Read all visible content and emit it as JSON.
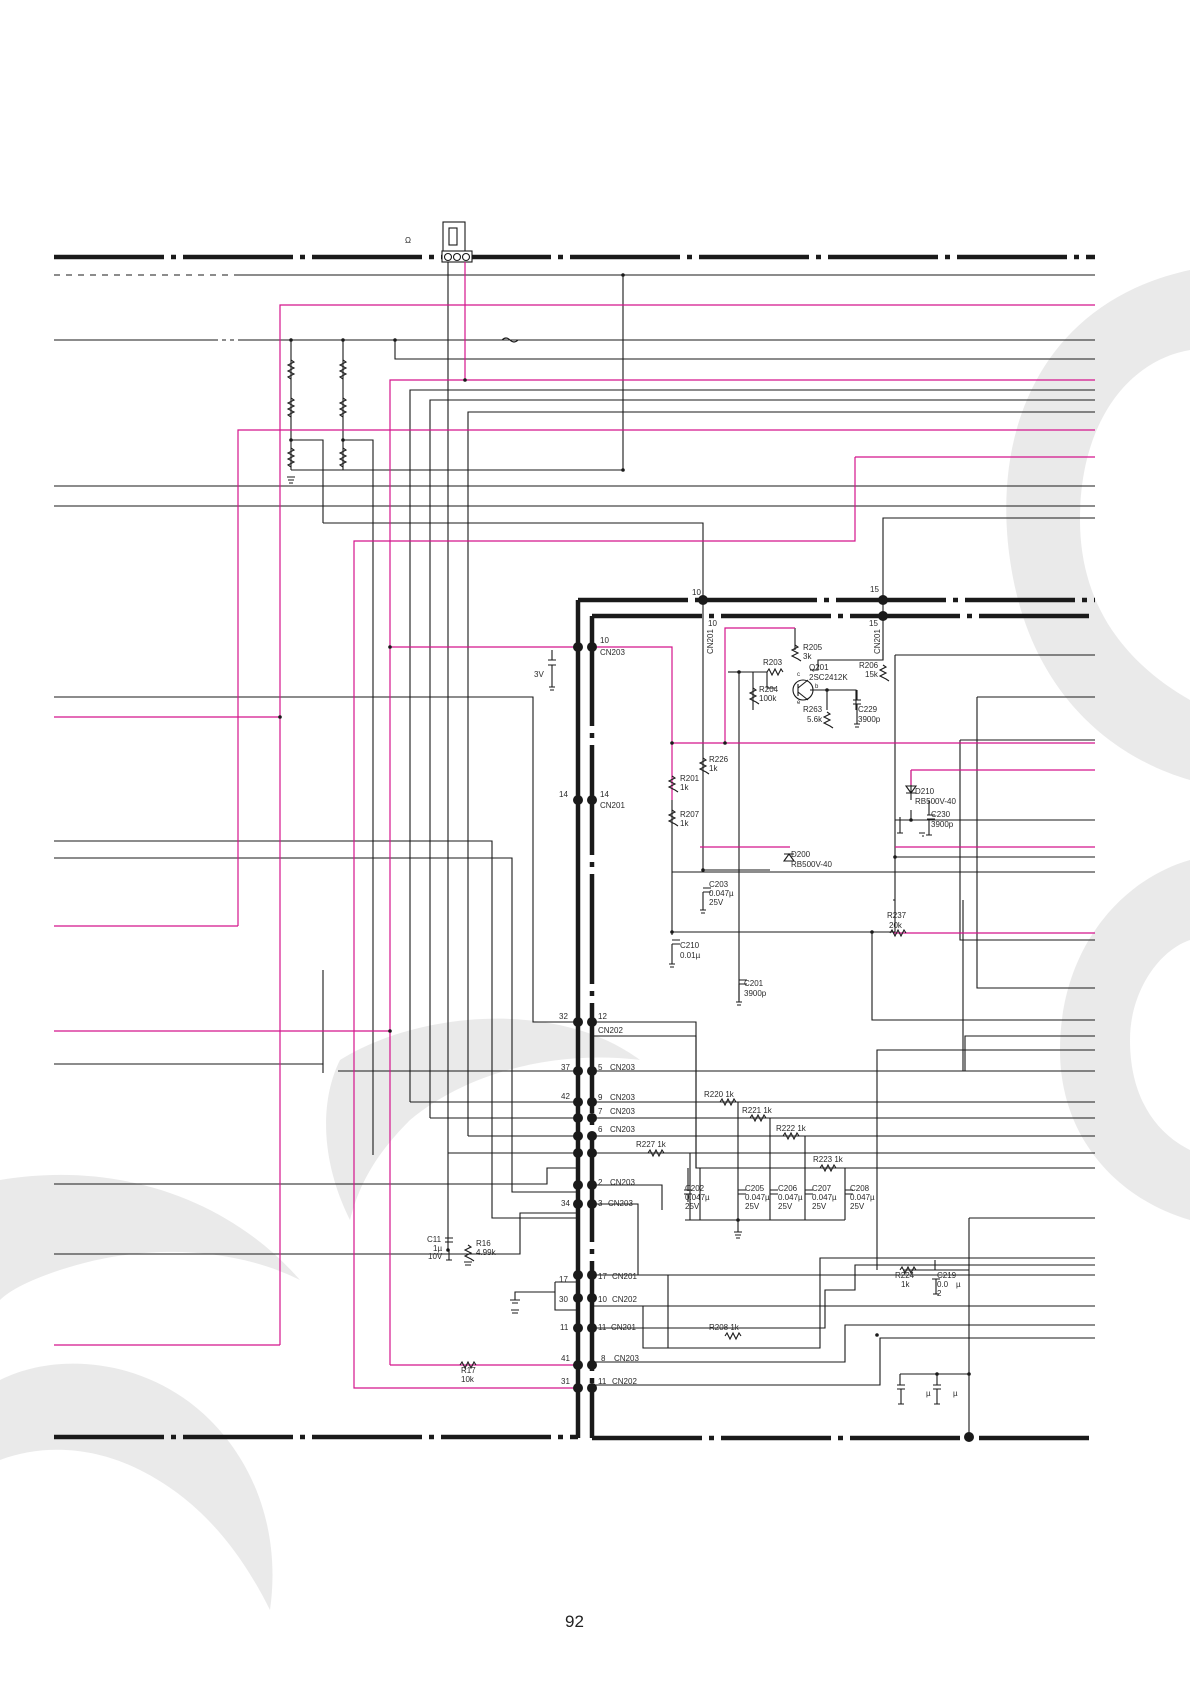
{
  "page": {
    "number": "92"
  },
  "diagram": {
    "ohm_symbol": "Ω",
    "bus_markers": {
      "left": "10",
      "right": "15",
      "left_inner": "10",
      "right_inner": "15"
    },
    "connector_labels": {
      "cn201_top_a": "CN201",
      "cn201_top_b": "CN201",
      "cn203_10": "CN203",
      "cn201_14": "CN201",
      "cn202_12": "CN202",
      "cn203_5": "CN203",
      "cn203_9": "CN203",
      "cn203_7": "CN203",
      "cn203_6": "CN203",
      "cn203_2": "CN203",
      "cn203_3": "CN203",
      "cn201_17": "CN201",
      "cn202_10": "CN202",
      "cn201_11": "CN201",
      "cn203_8": "CN203",
      "cn202_11": "CN202"
    },
    "pins_left": {
      "p14": "14",
      "p32": "32",
      "p37": "37",
      "p42": "42",
      "p34": "34",
      "p17": "17",
      "p30": "30",
      "p11": "11",
      "p41": "41",
      "p31": "31"
    },
    "pins_right": {
      "p10": "10",
      "p14": "14",
      "p12": "12",
      "p5": "5",
      "p9": "9",
      "p7": "7",
      "p6": "6",
      "p2": "2",
      "p3": "3",
      "p17": "17",
      "p10b": "10",
      "p11": "11",
      "p8": "8",
      "p11b": "11"
    },
    "components": {
      "battery": {
        "voltage": "3V"
      },
      "r205": {
        "ref": "R205",
        "value": "3k"
      },
      "r203": {
        "ref": "R203"
      },
      "q201": {
        "ref": "Q201",
        "part": "2SC2412K",
        "pin_c": "c",
        "pin_b": "b",
        "pin_e": "e"
      },
      "r204": {
        "ref": "R204",
        "value": "100k"
      },
      "r206": {
        "ref": "R206",
        "value": "15k"
      },
      "r263": {
        "ref": "R263",
        "value": "5.6k"
      },
      "c229": {
        "ref": "C229",
        "value": "3900p"
      },
      "r226": {
        "ref": "R226",
        "value": "1k"
      },
      "r201": {
        "ref": "R201",
        "value": "1k"
      },
      "r207": {
        "ref": "R207",
        "value": "1k"
      },
      "d210": {
        "ref": "D210",
        "part": "RB500V-40"
      },
      "c230": {
        "ref": "C230",
        "value": "3900p"
      },
      "d200": {
        "ref": "D200",
        "part": "RB500V-40"
      },
      "c203": {
        "ref": "C203",
        "value": "0.047µ",
        "voltage": "25V"
      },
      "r237": {
        "ref": "R237",
        "value": "20k"
      },
      "c210": {
        "ref": "C210",
        "value": "0.01µ"
      },
      "c201": {
        "ref": "C201",
        "value": "3900p"
      },
      "r220": {
        "label": "R220  1k"
      },
      "r221": {
        "label": "R221  1k"
      },
      "r222": {
        "label": "R222  1k"
      },
      "r227": {
        "label": "R227  1k"
      },
      "r223": {
        "label": "R223  1k"
      },
      "c202": {
        "ref": "C202",
        "value": "0.047µ",
        "voltage": "25V"
      },
      "c205": {
        "ref": "C205",
        "value": "0.047µ",
        "voltage": "25V"
      },
      "c206": {
        "ref": "C206",
        "value": "0.047µ",
        "voltage": "25V"
      },
      "c207": {
        "ref": "C207",
        "value": "0.047µ",
        "voltage": "25V"
      },
      "c208": {
        "ref": "C208",
        "value": "0.047µ",
        "voltage": "25V"
      },
      "c11": {
        "ref": "C11",
        "value": "1µ",
        "voltage": "10V"
      },
      "r16": {
        "ref": "R16",
        "value": "4.99k"
      },
      "r224": {
        "ref": "R224",
        "value": "1k"
      },
      "c219": {
        "ref": "C219",
        "value_a": "0.0",
        "value_b": "2",
        "unit": "µ"
      },
      "r208": {
        "label": "R208  1k"
      },
      "r17": {
        "ref": "R17",
        "value": "10k"
      },
      "cap_bottom_a": {
        "unit": "µ"
      },
      "cap_bottom_b": {
        "unit": "µ"
      }
    }
  },
  "colors": {
    "wire": "#1a1a1a",
    "highlight_wire": "#d4148c",
    "watermark": "#d9d9d9"
  }
}
